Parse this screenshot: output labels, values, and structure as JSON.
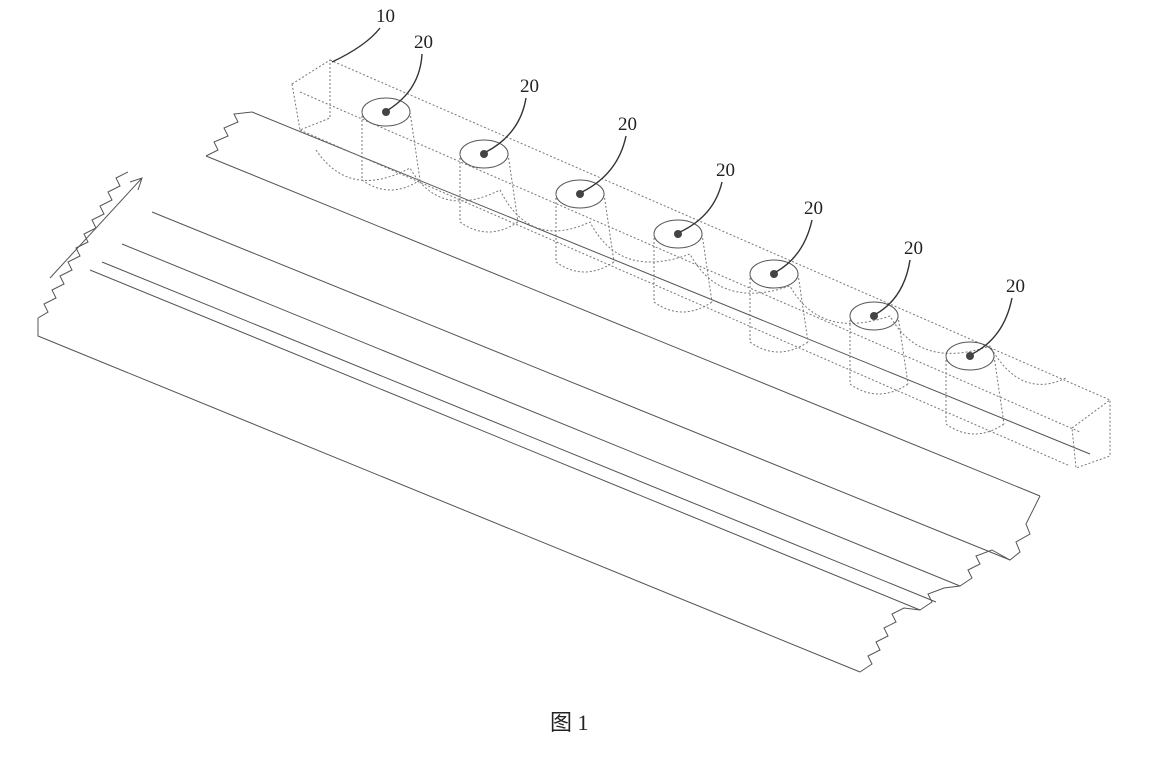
{
  "labels": {
    "part_10": "10",
    "part_20": "20"
  },
  "caption": "图 1"
}
